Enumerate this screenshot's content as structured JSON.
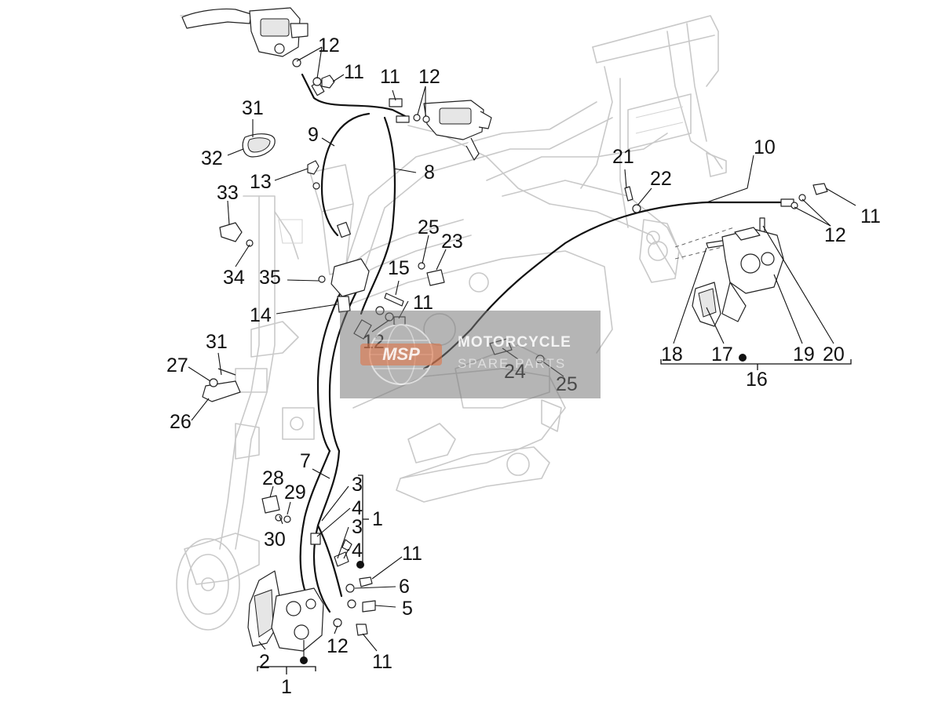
{
  "watermark": {
    "logo_text": "MSP",
    "line1": "MOTORCYCLE",
    "line2": "SPARE PARTS"
  },
  "callouts": [
    {
      "id": "c12a",
      "label": "12"
    },
    {
      "id": "c11a",
      "label": "11"
    },
    {
      "id": "c11b",
      "label": "11"
    },
    {
      "id": "c12b",
      "label": "12"
    },
    {
      "id": "c31a",
      "label": "31"
    },
    {
      "id": "c9",
      "label": "9"
    },
    {
      "id": "c32",
      "label": "32"
    },
    {
      "id": "c8",
      "label": "8"
    },
    {
      "id": "c13",
      "label": "13"
    },
    {
      "id": "c33",
      "label": "33"
    },
    {
      "id": "c34",
      "label": "34"
    },
    {
      "id": "c35",
      "label": "35"
    },
    {
      "id": "c14",
      "label": "14"
    },
    {
      "id": "c25a",
      "label": "25"
    },
    {
      "id": "c23",
      "label": "23"
    },
    {
      "id": "c15",
      "label": "15"
    },
    {
      "id": "c11c",
      "label": "11"
    },
    {
      "id": "c12c",
      "label": "12"
    },
    {
      "id": "c10",
      "label": "10"
    },
    {
      "id": "c21",
      "label": "21"
    },
    {
      "id": "c22",
      "label": "22"
    },
    {
      "id": "c11d",
      "label": "11"
    },
    {
      "id": "c12d",
      "label": "12"
    },
    {
      "id": "c18",
      "label": "18"
    },
    {
      "id": "c17",
      "label": "17"
    },
    {
      "id": "c19",
      "label": "19"
    },
    {
      "id": "c20",
      "label": "20"
    },
    {
      "id": "c16",
      "label": "16"
    },
    {
      "id": "c24",
      "label": "24"
    },
    {
      "id": "c25b",
      "label": "25"
    },
    {
      "id": "c31b",
      "label": "31"
    },
    {
      "id": "c27",
      "label": "27"
    },
    {
      "id": "c26",
      "label": "26"
    },
    {
      "id": "c7",
      "label": "7"
    },
    {
      "id": "c3a",
      "label": "3"
    },
    {
      "id": "c28",
      "label": "28"
    },
    {
      "id": "c29",
      "label": "29"
    },
    {
      "id": "c4a",
      "label": "4"
    },
    {
      "id": "c3b",
      "label": "3"
    },
    {
      "id": "c1a",
      "label": "1"
    },
    {
      "id": "c30",
      "label": "30"
    },
    {
      "id": "c4b",
      "label": "4"
    },
    {
      "id": "c11e",
      "label": "11"
    },
    {
      "id": "c6",
      "label": "6"
    },
    {
      "id": "c5",
      "label": "5"
    },
    {
      "id": "c12e",
      "label": "12"
    },
    {
      "id": "c2",
      "label": "2"
    },
    {
      "id": "c11f",
      "label": "11"
    },
    {
      "id": "c1b",
      "label": "1"
    }
  ]
}
